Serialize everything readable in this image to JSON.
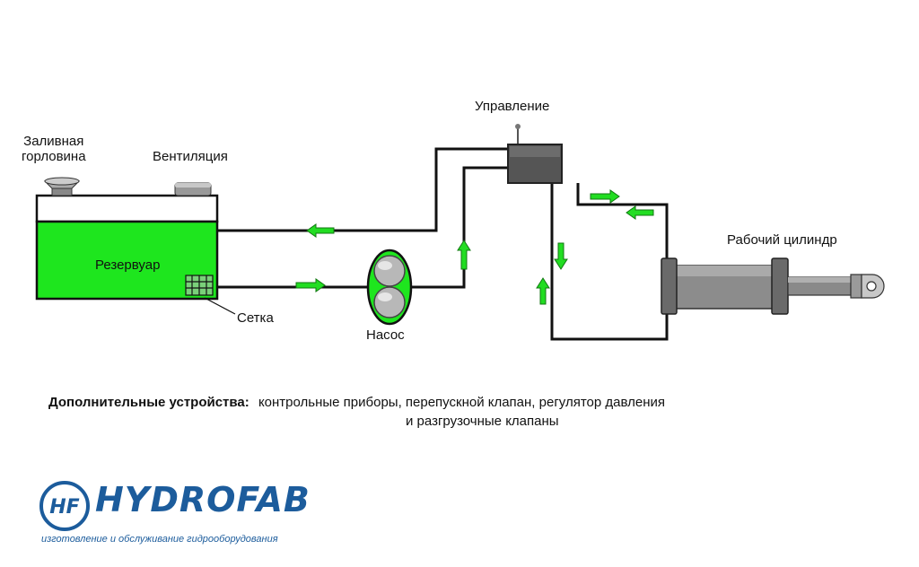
{
  "labels": {
    "filler": "Заливная\nгорловина",
    "filler_line1": "Заливная",
    "filler_line2": "горловина",
    "vent": "Вентиляция",
    "control": "Управление",
    "cylinder": "Рабочий цилиндр",
    "reservoir": "Резервуар",
    "strainer": "Сетка",
    "pump": "Насос"
  },
  "note": {
    "bold_prefix": "Дополнительные устройства:",
    "line1": "контрольные приборы, перепускной клапан, регулятор давления",
    "line2": "и разгрузочные клапаны"
  },
  "logo": {
    "badge": "HF",
    "word": "HYDROFAB",
    "tagline": "изготовление и обслуживание гидрооборудования"
  },
  "colors": {
    "fluid": "#1ee61e",
    "arrow": "#22dd22",
    "line": "#111111",
    "brand": "#1c5c9c"
  },
  "icons": {
    "flow_arrow": "arrow-icon",
    "badge": "hf-badge-icon"
  }
}
